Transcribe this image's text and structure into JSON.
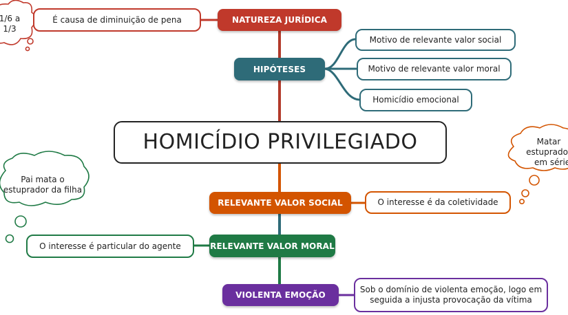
{
  "colors": {
    "red": "#c0392b",
    "teal": "#2e6b78",
    "orange": "#d35400",
    "green": "#1f7a45",
    "purple": "#6a2f9e",
    "trunk": "#9a3b2a"
  },
  "central": {
    "title": "HOMICÍDIO PRIVILEGIADO"
  },
  "branches": {
    "natureza": {
      "label": "NATUREZA JURÍDICA",
      "detail": "É causa de diminuição de pena",
      "cloud": "1/6 a 1/3"
    },
    "hipoteses": {
      "label": "HIPÓTESES",
      "items": [
        "Motivo de relevante valor social",
        "Motivo de relevante valor moral",
        "Homicídio emocional"
      ]
    },
    "social": {
      "label": "RELEVANTE VALOR SOCIAL",
      "detail": "O interesse é da coletividade",
      "cloud_line1": "Matar estuprador",
      "cloud_line2": "em série"
    },
    "moral": {
      "label": "RELEVANTE VALOR MORAL",
      "detail": "O interesse é particular do agente",
      "cloud_line1": "Pai mata o",
      "cloud_line2": "estuprador da filha"
    },
    "emocao": {
      "label": "VIOLENTA EMOÇÃO",
      "detail_line1": "Sob o domínio de violenta emoção, logo em",
      "detail_line2": "seguida a injusta provocação da vítima"
    }
  }
}
